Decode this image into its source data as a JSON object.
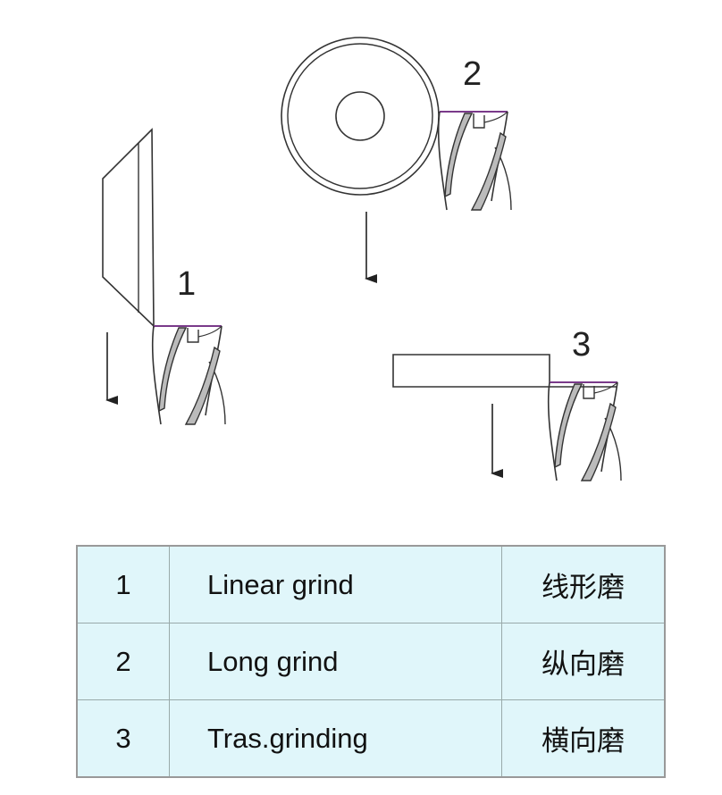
{
  "diagram": {
    "labels": [
      "1",
      "2",
      "3"
    ]
  },
  "table": {
    "rows": [
      {
        "num": "1",
        "en": "Linear grind",
        "zh": "线形磨"
      },
      {
        "num": "2",
        "en": "Long grind",
        "zh": "纵向磨"
      },
      {
        "num": "3",
        "en": "Tras.grinding",
        "zh": "横向磨"
      }
    ]
  }
}
